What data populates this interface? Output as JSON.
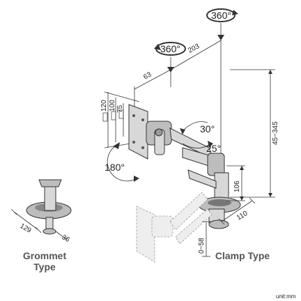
{
  "rotations": {
    "top": "360°",
    "mid": "360°",
    "pan": "180°",
    "tilt_up": "30°",
    "tilt_down": "25°"
  },
  "dimensions": {
    "arm_length": "203",
    "offset": "63",
    "height_range": "45~345",
    "vesa_120": "120",
    "vesa_100": "100",
    "vesa_75": "75",
    "pole_height": "106",
    "clamp_width": "110",
    "clamp_range": "0~58",
    "grommet_width": "129",
    "grommet_depth": "36"
  },
  "captions": {
    "grommet_line1": "Grommet",
    "grommet_line2": "Type",
    "clamp": "Clamp Type"
  },
  "unit": "unit:mm"
}
